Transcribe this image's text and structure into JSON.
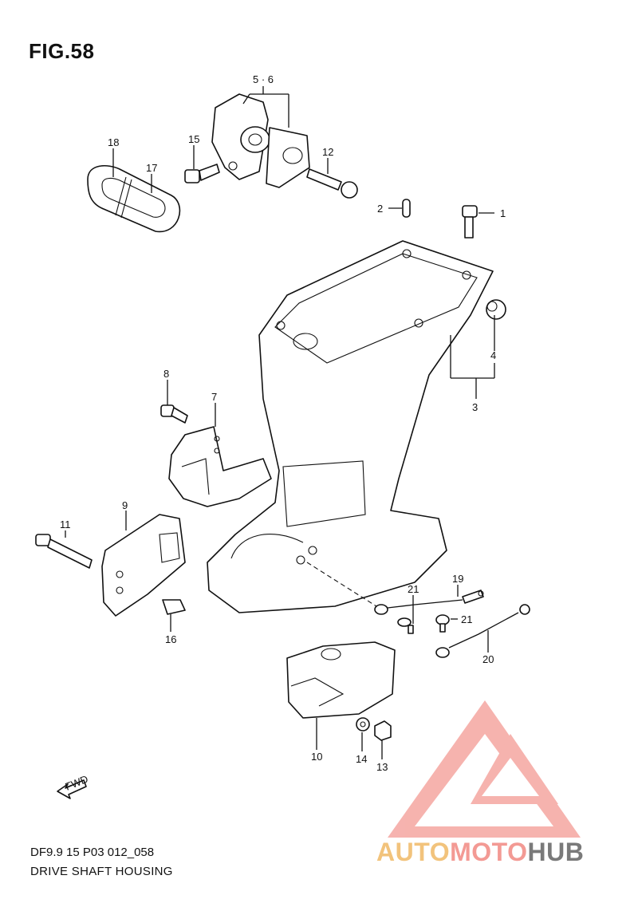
{
  "figure": {
    "title": "FIG.58",
    "code": "DF9.9 15 P03 012_058",
    "caption": "DRIVE SHAFT HOUSING"
  },
  "callouts": [
    "1",
    "2",
    "3",
    "4",
    "5 · 6",
    "7",
    "8",
    "9",
    "10",
    "11",
    "12",
    "13",
    "14",
    "15",
    "16",
    "17",
    "18",
    "19",
    "20",
    "21",
    "21"
  ],
  "fwd_label": "FWD",
  "watermark": {
    "part1": "AUTO",
    "part2": "MOTO",
    "part3": "HUB",
    "colors": {
      "part1": "#f2c37c",
      "part2": "#f39a94",
      "part3": "#7a7a7a",
      "triangle": "#f39a94"
    }
  }
}
